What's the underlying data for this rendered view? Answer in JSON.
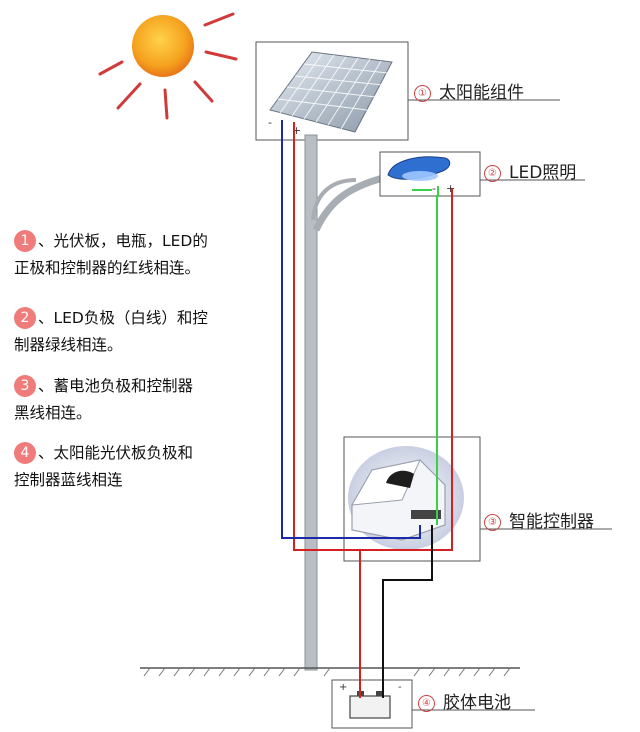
{
  "notes": [
    {
      "num": "1",
      "line1": "、光伏板，电瓶，LED的",
      "line2": "正极和控制器的红线相连。"
    },
    {
      "num": "2",
      "line1": "、LED负极（白线）和控",
      "line2": "制器绿线相连。"
    },
    {
      "num": "3",
      "line1": "、蓄电池负极和控制器",
      "line2": "黑线相连。"
    },
    {
      "num": "4",
      "line1": "、太阳能光伏板负极和",
      "line2": "控制器蓝线相连"
    }
  ],
  "components": [
    {
      "num": "①",
      "label": "太阳能组件"
    },
    {
      "num": "②",
      "label": "LED照明"
    },
    {
      "num": "③",
      "label": "智能控制器"
    },
    {
      "num": "④",
      "label": "胶体电池"
    }
  ],
  "colors": {
    "red": "#d42020",
    "blue": "#1a2aa8",
    "green": "#3ad04a",
    "black": "#111111",
    "sun": "#f29a1f",
    "ray": "#d03a3a"
  }
}
